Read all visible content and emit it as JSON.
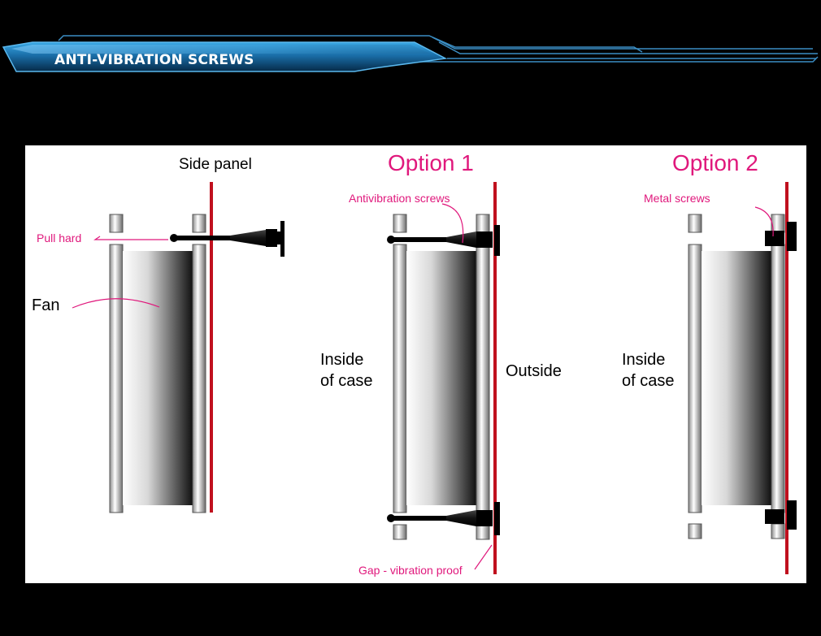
{
  "header": {
    "title": "ANTI-VIBRATION SCREWS"
  },
  "colors": {
    "background": "#000000",
    "panel": "#ffffff",
    "accent_pink": "#e0187c",
    "side_panel_red": "#c0101e",
    "header_blue": "#2c8cc8"
  },
  "icons": [
    "fan-icon",
    "screw-icon",
    "side-panel-line"
  ],
  "diagram": {
    "left": {
      "label_side_panel": "Side panel",
      "label_pull_hard": "Pull hard",
      "label_fan": "Fan"
    },
    "option1": {
      "title": "Option 1",
      "label_antivibration": "Antivibration screws",
      "label_inside_line1": "Inside",
      "label_inside_line2": "of case",
      "label_outside": "Outside",
      "label_gap": "Gap - vibration proof"
    },
    "option2": {
      "title": "Option 2",
      "label_metal": "Metal screws",
      "label_inside_line1": "Inside",
      "label_inside_line2": "of case"
    }
  }
}
